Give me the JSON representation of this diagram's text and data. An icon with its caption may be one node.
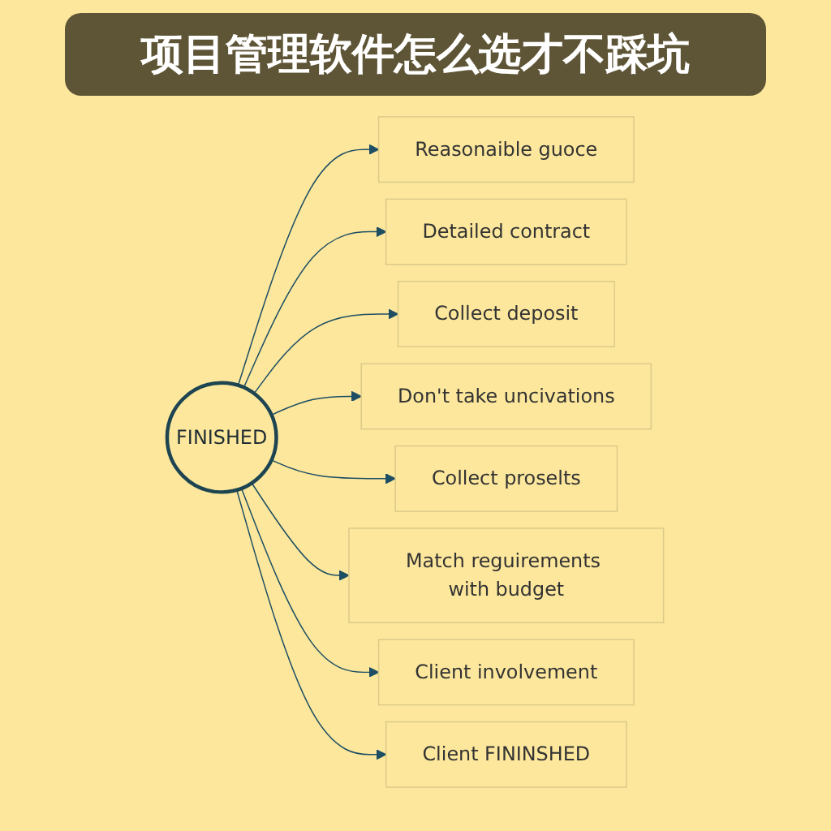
{
  "diagram": {
    "title": "项目管理软件怎么选才不踩坑",
    "nodes": [
      {
        "text": [
          "FINISHED"
        ]
      },
      {
        "text": [
          "Reasonaible guoce"
        ]
      },
      {
        "text": [
          "Detailed contract"
        ]
      },
      {
        "text": [
          "Collect deposit"
        ]
      },
      {
        "text": [
          "Don't take uncivations"
        ]
      },
      {
        "text": [
          "Collect proselts"
        ]
      },
      {
        "text": [
          "Match reguirements with budget"
        ]
      },
      {
        "text": [
          "Client involvement"
        ]
      },
      {
        "text": [
          "Client FININSHED"
        ]
      }
    ],
    "edges": [
      {
        "from": 0,
        "to": 1,
        "arrow": "to"
      },
      {
        "from": 0,
        "to": 2,
        "arrow": "to"
      },
      {
        "from": 0,
        "to": 3,
        "arrow": "to"
      },
      {
        "from": 0,
        "to": 4,
        "arrow": "to"
      },
      {
        "from": 0,
        "to": 5,
        "arrow": "to"
      },
      {
        "from": 0,
        "to": 6,
        "arrow": "to"
      },
      {
        "from": 0,
        "to": 7,
        "arrow": "to"
      },
      {
        "from": 0,
        "to": 8,
        "arrow": "to"
      }
    ]
  }
}
